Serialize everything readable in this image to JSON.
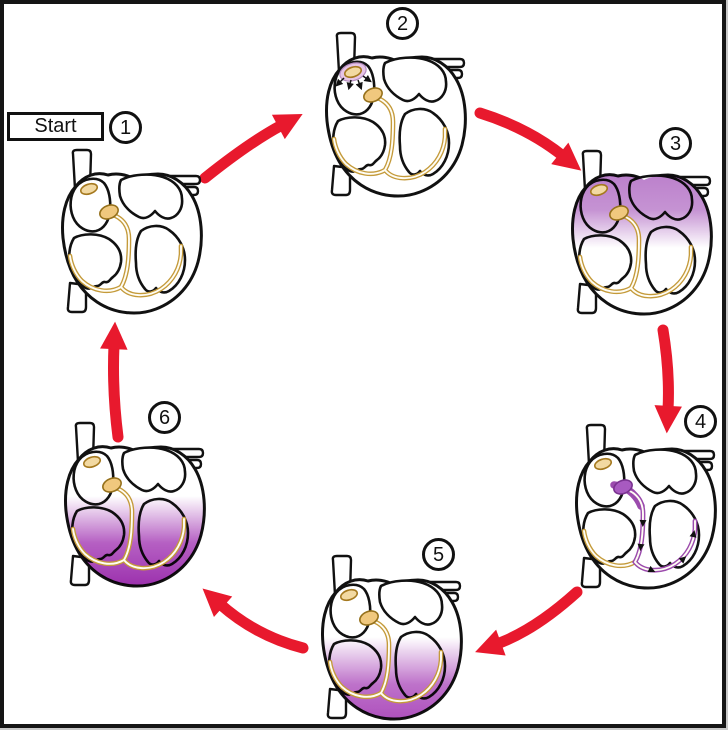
{
  "diagram": {
    "name": "cardiac-conduction-cycle",
    "start_label": "Start",
    "steps": [
      {
        "number": "1",
        "heart_state": "resting-baseline"
      },
      {
        "number": "2",
        "heart_state": "sa-node-firing"
      },
      {
        "number": "3",
        "heart_state": "atria-depolarized"
      },
      {
        "number": "4",
        "heart_state": "impulse-down-septum"
      },
      {
        "number": "5",
        "heart_state": "ventricles-depolarizing"
      },
      {
        "number": "6",
        "heart_state": "ventricles-depolarized"
      }
    ],
    "colors": {
      "arrow_red": "#e8192d",
      "atria_purple": "#b778c8",
      "ventricle_purple": "#a843b8",
      "ventricle_purple_deep": "#992cab",
      "conduction_gold": "#c49a3a",
      "node_fill": "#f2d9a2",
      "sa_halo_pink": "#e6c4e6",
      "active_bundle_purple": "#9b4bad",
      "outline_black": "#111111"
    }
  }
}
